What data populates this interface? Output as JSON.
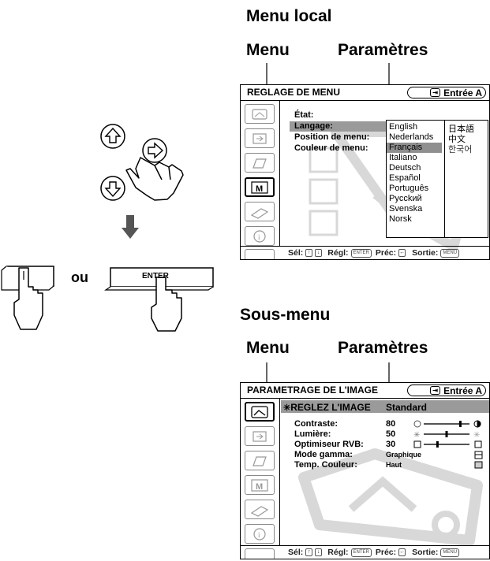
{
  "labels": {
    "menu_local": "Menu local",
    "menu_top": "Menu",
    "params_top": "Paramètres",
    "sous_menu": "Sous-menu",
    "menu_bottom": "Menu",
    "params_bottom": "Paramètres",
    "ou": "ou",
    "enter_key": "ENTER"
  },
  "osd_menu": {
    "title": "REGLAGE DE MENU",
    "input": "Entrée A",
    "rows": [
      "État:",
      "Langage:",
      "Position de menu:",
      "Couleur de menu:"
    ],
    "languages_col1": [
      "English",
      "Nederlands",
      "Français",
      "Italiano",
      "Deutsch",
      "Español",
      "Português",
      "Pycckий",
      "Svenska",
      "Norsk"
    ],
    "languages_col2": [
      "日本語",
      "中文",
      "한국어"
    ],
    "selected_language": "Français",
    "footer": {
      "sel": "Sél:",
      "regl": "Régl:",
      "prec": "Préc:",
      "sortie": "Sortie:",
      "enter_key": "ENTER",
      "menu_key": "MENU"
    }
  },
  "osd_image": {
    "title": "PARAMETRAGE DE L'IMAGE",
    "input": "Entrée A",
    "header_row": {
      "label": "REGLEZ L'IMAGE",
      "value": "Standard"
    },
    "rows": [
      {
        "label": "Contraste:",
        "value": "80",
        "level": 0.8
      },
      {
        "label": "Lumière:",
        "value": "50",
        "level": 0.5
      },
      {
        "label": "Optimiseur RVB:",
        "value": "30",
        "level": 0.3
      },
      {
        "label": "Mode gamma:",
        "value": "Graphique"
      },
      {
        "label": "Temp. Couleur:",
        "value": "Haut"
      }
    ],
    "footer": {
      "sel": "Sél:",
      "regl": "Régl:",
      "prec": "Préc:",
      "sortie": "Sortie:",
      "enter_key": "ENTER",
      "menu_key": "MENU"
    }
  },
  "colors": {
    "highlight": "#9a9a9a",
    "watermark": "#d8d8d8",
    "selected_lang_bg": "#8f8f8f"
  }
}
